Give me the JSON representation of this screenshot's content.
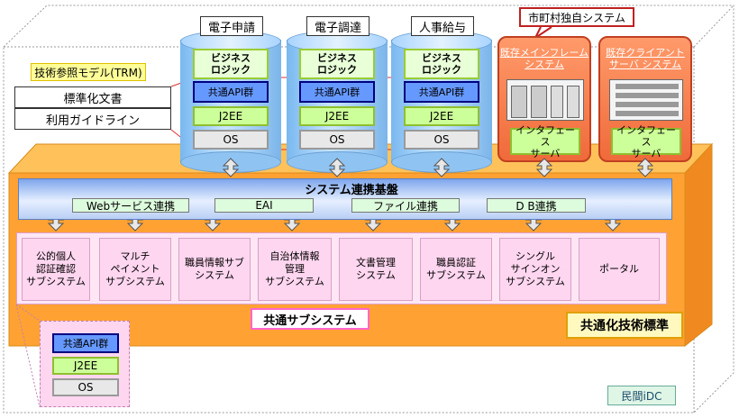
{
  "cylinders": [
    {
      "title": "電子申請",
      "biz": "ビジネス\nロジック",
      "api": "共通API群",
      "j2ee": "J2EE",
      "os": "OS"
    },
    {
      "title": "電子調達",
      "biz": "ビジネス\nロジック",
      "api": "共通API群",
      "j2ee": "J2EE",
      "os": "OS"
    },
    {
      "title": "人事給与",
      "biz": "ビジネス\nロジック",
      "api": "共通API群",
      "j2ee": "J2EE",
      "os": "OS"
    }
  ],
  "trm": {
    "title": "技術参照モデル(TRM)",
    "items": [
      "標準化文書",
      "利用ガイドライン"
    ]
  },
  "municipal": {
    "callout": "市町村独自システム",
    "systems": [
      {
        "title": "既存メインフレーム\nシステム",
        "iface": "インタフェース\nサーバ"
      },
      {
        "title": "既存クライアント\nサーバ システム",
        "iface": "インタフェース\nサーバ"
      }
    ]
  },
  "platform": {
    "title": "システム連携基盤",
    "links": [
      "Webサービス連携",
      "EAI",
      "ファイル連携",
      "D B連携"
    ]
  },
  "subsystems": [
    "公的個人\n認証確認\nサブシステム",
    "マルチ\nペイメント\nサブシステム",
    "職員情報サブ\nシステム",
    "自治体情報\n管理\nサブシステム",
    "文書管理\nシステム",
    "職員認証\nサブシステム",
    "シングル\nサインオン\nサブシステム",
    "ポータル"
  ],
  "labels": {
    "common_subsystem": "共通サブシステム",
    "common_standard": "共通化技術標準",
    "idc": "民間iDC"
  },
  "stack": {
    "api": "共通API群",
    "j2ee": "J2EE",
    "os": "OS"
  },
  "colors": {
    "platform_orange": "#ffa233",
    "platform_yellow": "#ffd35c",
    "cylinder_blue": "#9ccdf6",
    "municipal_orange": "#f47a48",
    "subsystem_pink": "#ffd6f0"
  }
}
